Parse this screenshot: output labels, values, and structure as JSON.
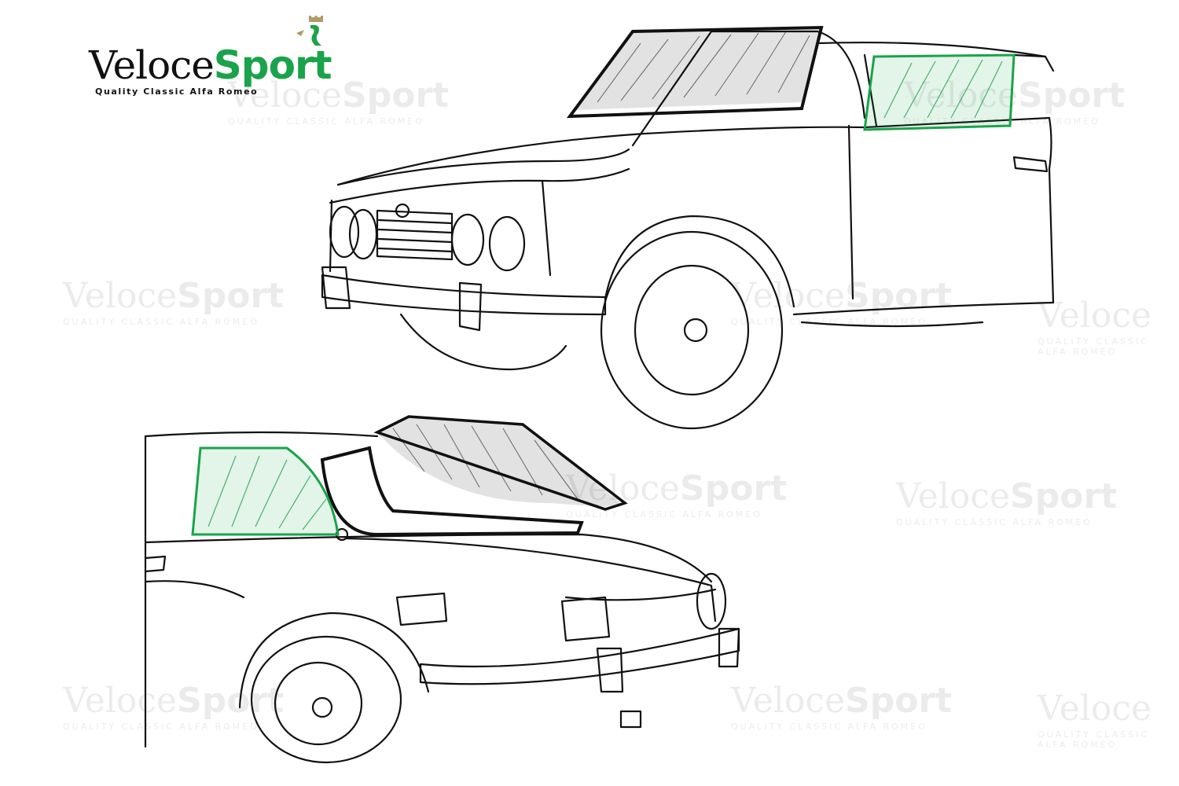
{
  "logo": {
    "name_main": "Veloce",
    "name_accent": "Sport",
    "tagline": "Quality Classic Alfa Romeo"
  },
  "watermark": {
    "name": "Veloce",
    "accent": "Sport",
    "tagline": "QUALITY CLASSIC ALFA ROMEO"
  },
  "colors": {
    "brand_green": "#1aa34a",
    "line": "#111111",
    "highlight_glass": "#1aa34a"
  },
  "illustration": {
    "front_view": {
      "highlighted_part": "side-quarter-window"
    },
    "rear_view": {
      "highlighted_part": "side-quarter-window"
    }
  }
}
